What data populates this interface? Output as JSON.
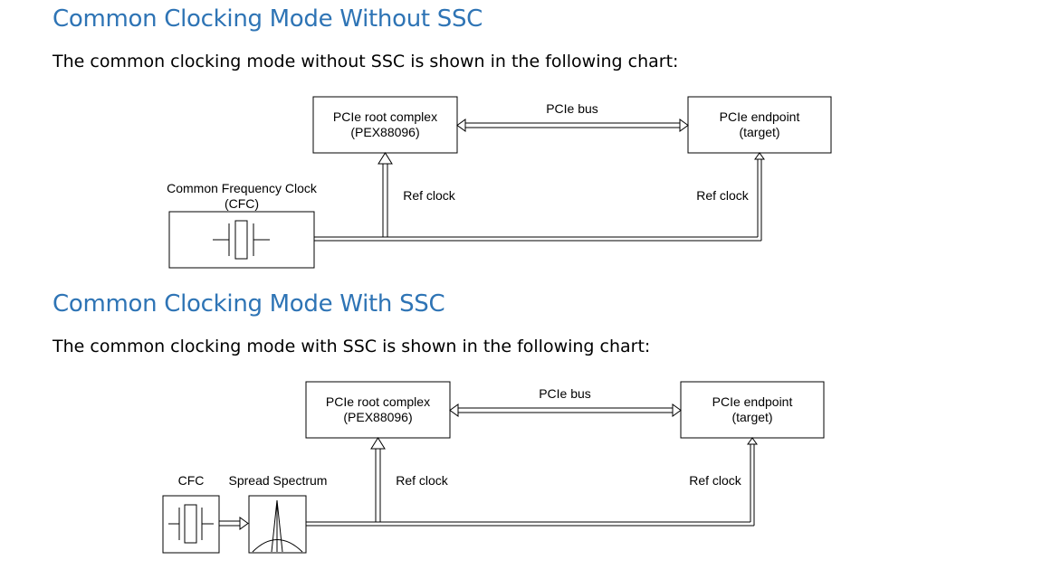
{
  "section1": {
    "heading": "Common Clocking Mode Without SSC",
    "intro": "The common clocking mode without SSC is shown in the following chart:",
    "diagram": {
      "root_complex_line1": "PCIe root complex",
      "root_complex_line2": "(PEX88096)",
      "bus_label": "PCIe bus",
      "endpoint_line1": "PCIe endpoint",
      "endpoint_line2": "(target)",
      "clock_label_line1": "Common Frequency Clock",
      "clock_label_line2": "(CFC)",
      "ref_clock_left": "Ref clock",
      "ref_clock_right": "Ref clock"
    }
  },
  "section2": {
    "heading": "Common Clocking Mode With SSC",
    "intro": "The common clocking mode with SSC is shown in the following chart:",
    "diagram": {
      "root_complex_line1": "PCIe root complex",
      "root_complex_line2": "(PEX88096)",
      "bus_label": "PCIe bus",
      "endpoint_line1": "PCIe endpoint",
      "endpoint_line2": "(target)",
      "cfc_label": "CFC",
      "spread_spectrum_label": "Spread Spectrum",
      "ref_clock_left": "Ref clock",
      "ref_clock_right": "Ref clock"
    }
  }
}
